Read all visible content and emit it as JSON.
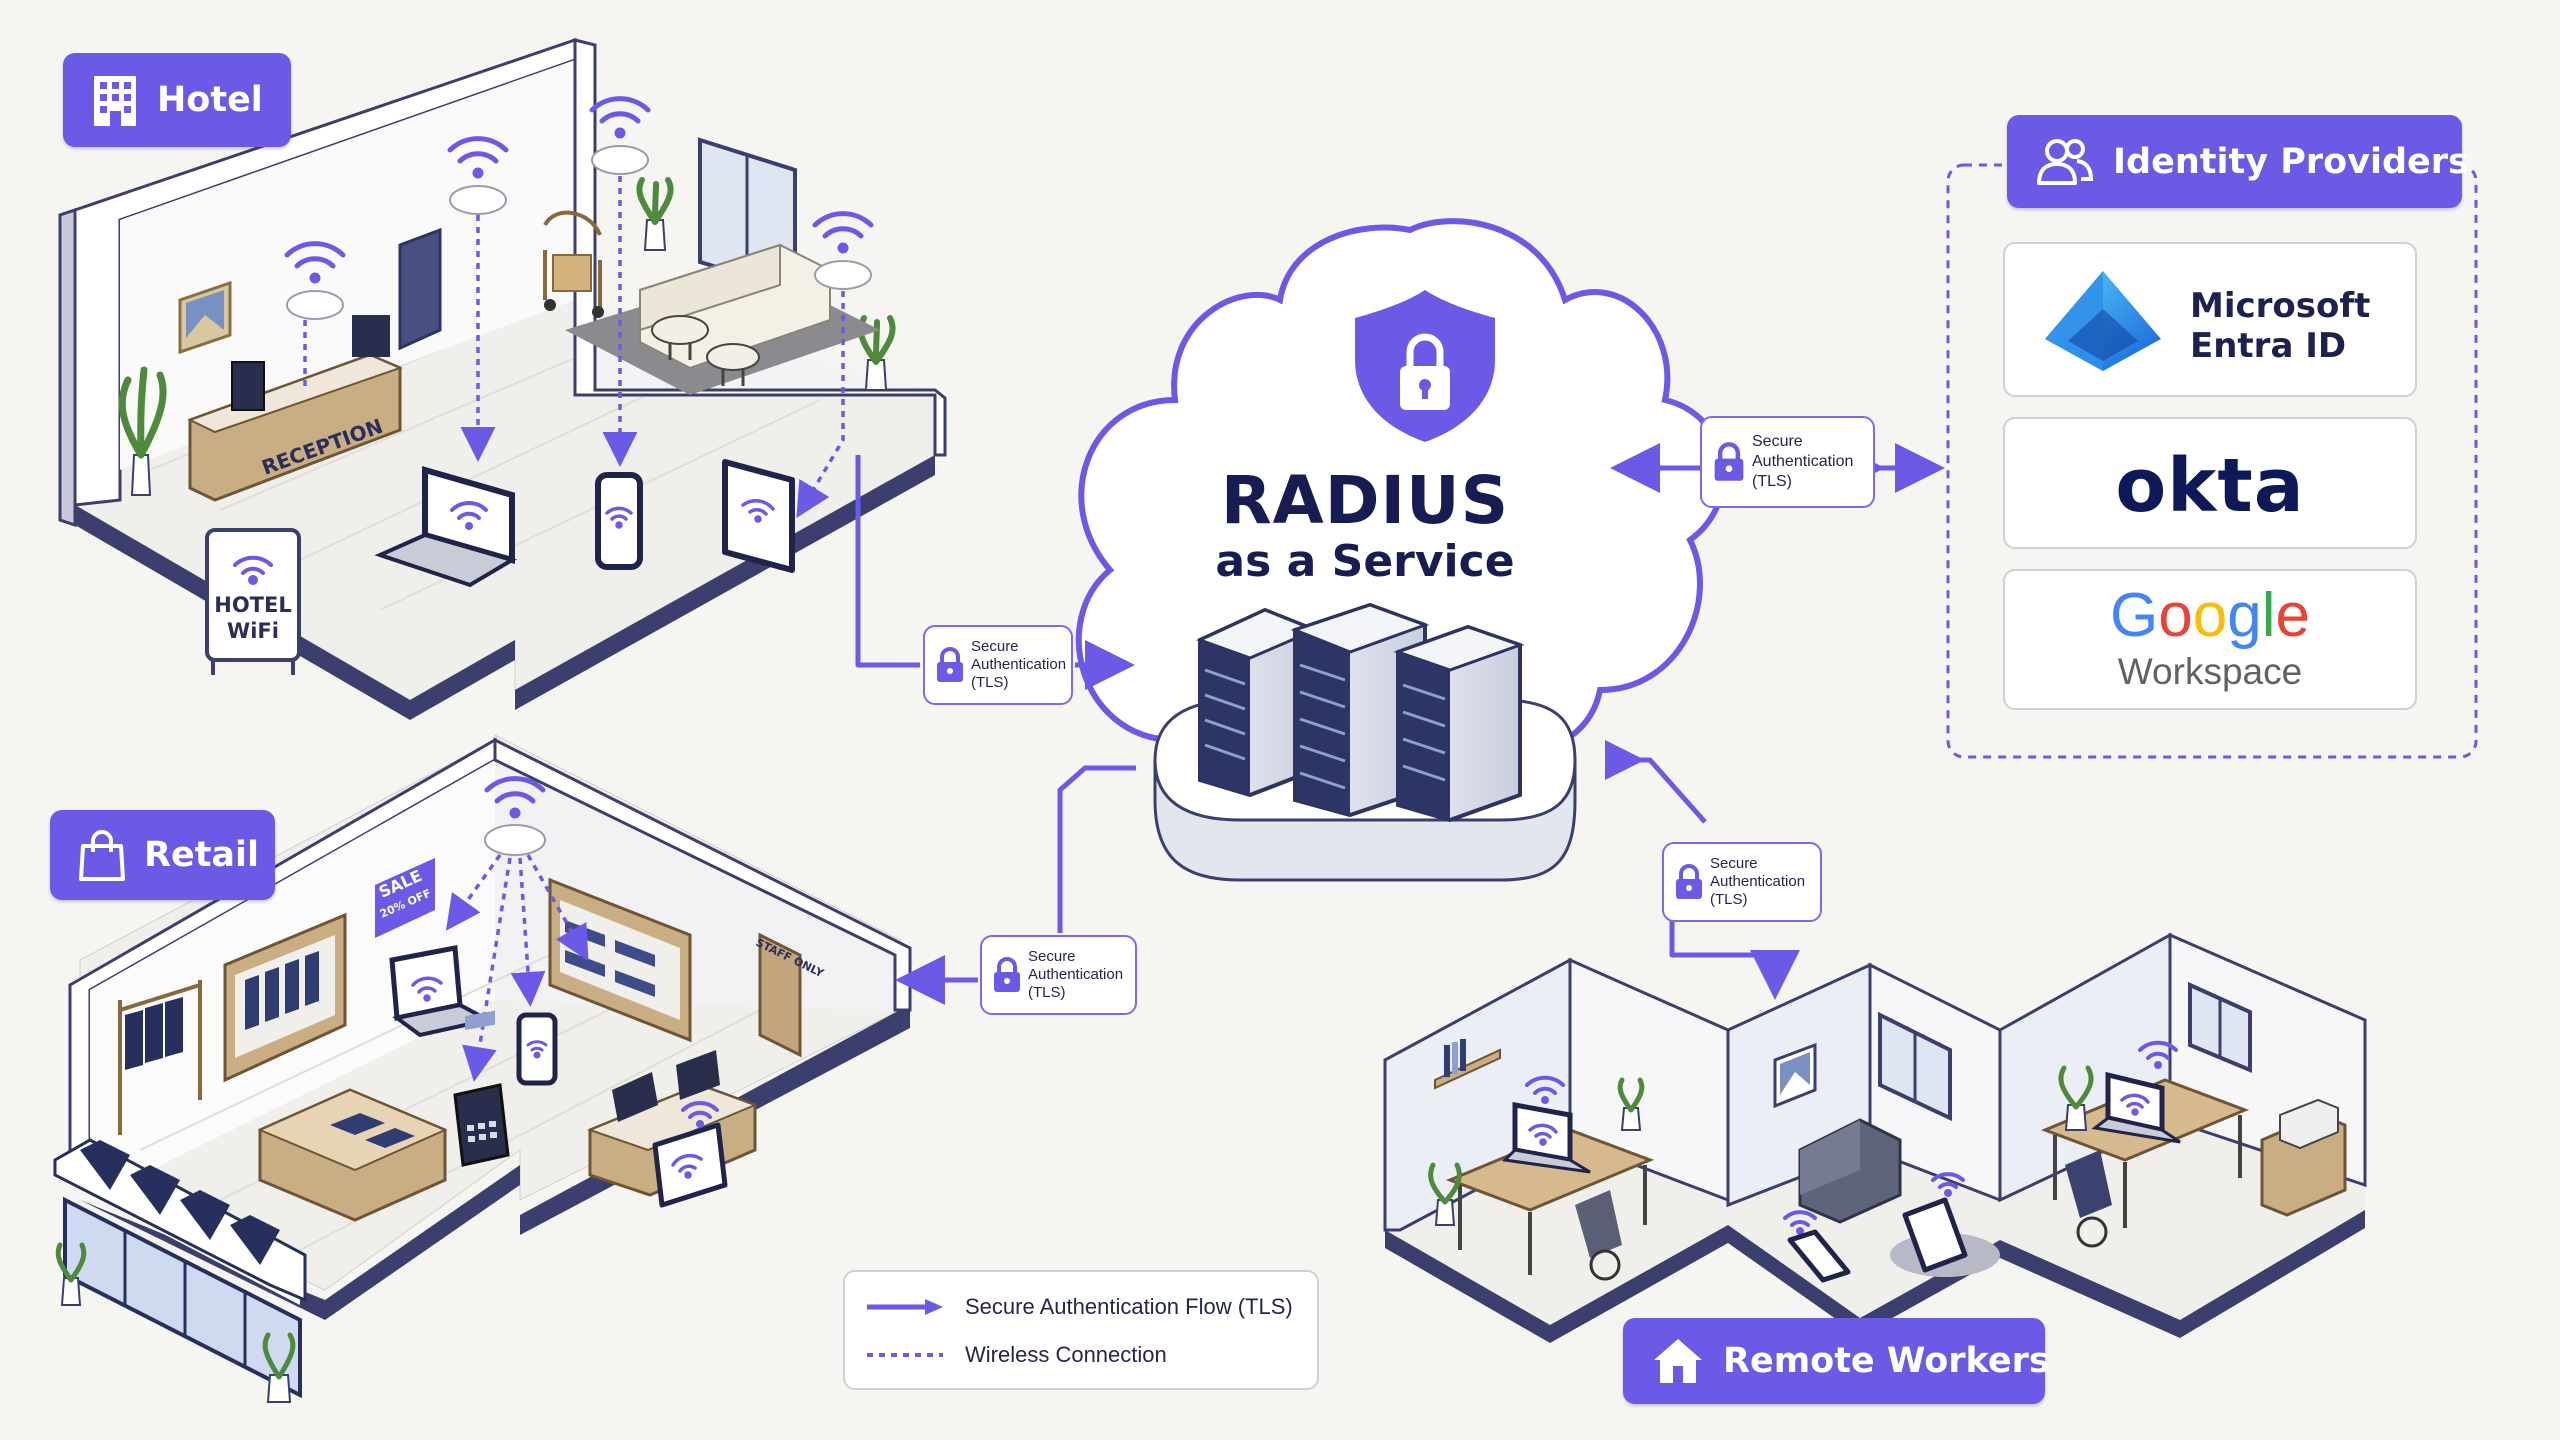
{
  "diagram": {
    "center": {
      "title": "RADIUS",
      "subtitle": "as a Service"
    },
    "sections": {
      "hotel": {
        "label": "Hotel",
        "icon": "building-icon",
        "sign": [
          "HOTEL",
          "WiFi"
        ],
        "desk": "RECEPTION"
      },
      "retail": {
        "label": "Retail",
        "icon": "shopping-bag-icon",
        "sale_sign": [
          "SALE",
          "20% OFF"
        ],
        "staff_sign": "STAFF ONLY"
      },
      "remote": {
        "label": "Remote Workers",
        "icon": "home-icon"
      },
      "identity": {
        "label": "Identity Providers",
        "icon": "users-icon"
      }
    },
    "callouts": [
      {
        "id": "hotel",
        "lines": [
          "Secure",
          "Authentication",
          "(TLS)"
        ]
      },
      {
        "id": "retail",
        "lines": [
          "Secure",
          "Authentication",
          "(TLS)"
        ]
      },
      {
        "id": "remote",
        "lines": [
          "Secure",
          "Authentication",
          "(TLS)"
        ]
      },
      {
        "id": "identity",
        "lines": [
          "Secure",
          "Authentication",
          "(TLS)"
        ]
      }
    ],
    "providers": {
      "microsoft": {
        "name_lines": [
          "Microsoft",
          "Entra ID"
        ]
      },
      "okta": {
        "name": "okta"
      },
      "google": {
        "letters": [
          "G",
          "o",
          "o",
          "g",
          "l",
          "e"
        ],
        "sub": "Workspace"
      }
    },
    "legend": {
      "solid": "Secure Authentication Flow (TLS)",
      "dotted": "Wireless Connection"
    },
    "colors": {
      "accent": "#6b5ae6",
      "flow": "#6b5ae6",
      "text_dark": "#171c52",
      "google": [
        "#4285F4",
        "#EA4335",
        "#FBBC05",
        "#4285F4",
        "#34A853",
        "#EA4335"
      ]
    }
  }
}
